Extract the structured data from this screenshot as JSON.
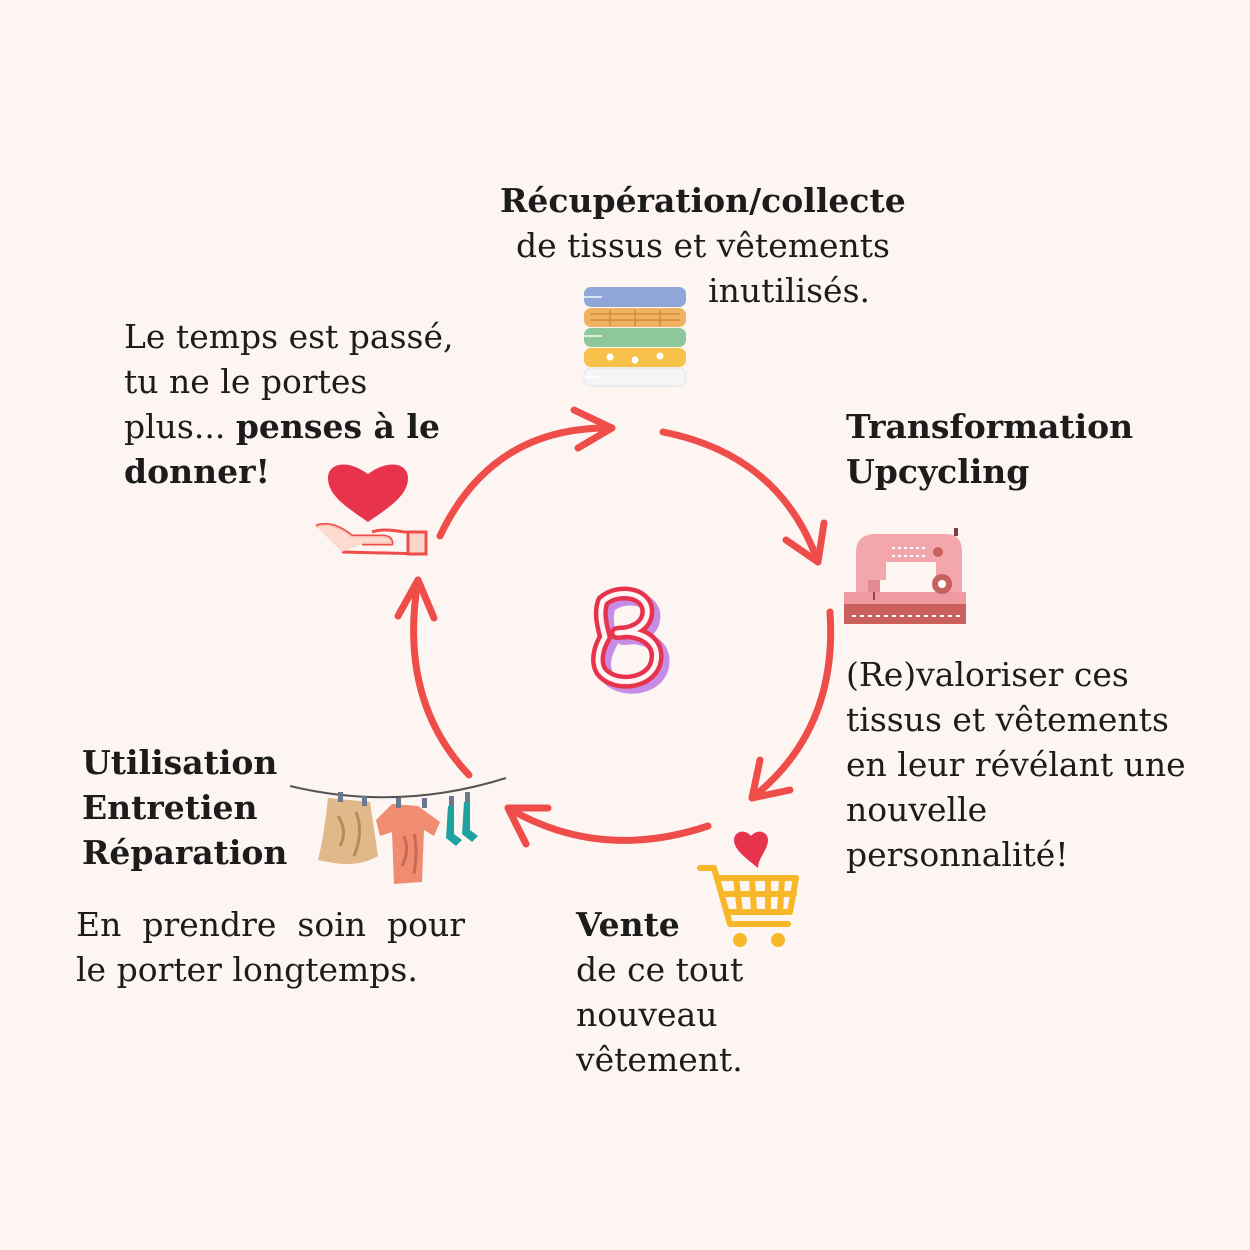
{
  "steps": {
    "collecte": {
      "title": "Récupération/collecte",
      "line1": "de tissus et vêtements",
      "line2": "inutilisés."
    },
    "transformation": {
      "title1": "Transformation",
      "title2": "Upcycling",
      "desc": [
        "(Re)valoriser ces",
        "tissus et vêtements",
        "en leur révélant une",
        "nouvelle",
        "personnalité!"
      ]
    },
    "vente": {
      "title": "Vente",
      "desc": [
        "de ce tout",
        "nouveau",
        "vêtement."
      ]
    },
    "utilisation": {
      "title": [
        "Utilisation",
        "Entretien",
        "Réparation"
      ],
      "desc1": "En  prendre  soin  pour",
      "desc2": "le porter longtemps."
    },
    "don": {
      "line1": "Le temps est passé,",
      "line2": "tu ne le portes",
      "line3_regular": "plus... ",
      "line3_bold": "penses à le",
      "line4_bold": "donner!"
    }
  },
  "icons": {
    "collecte": "folded-clothes-stack-icon",
    "transformation": "sewing-machine-icon",
    "vente": "shopping-cart-heart-icon",
    "utilisation": "clothesline-icon",
    "don": "heart-in-hand-icon",
    "center": "brand-logo-b"
  },
  "colors": {
    "background": "#fdf5f2",
    "arrow": "#ef4d4a",
    "text": "#1c1c1c"
  }
}
